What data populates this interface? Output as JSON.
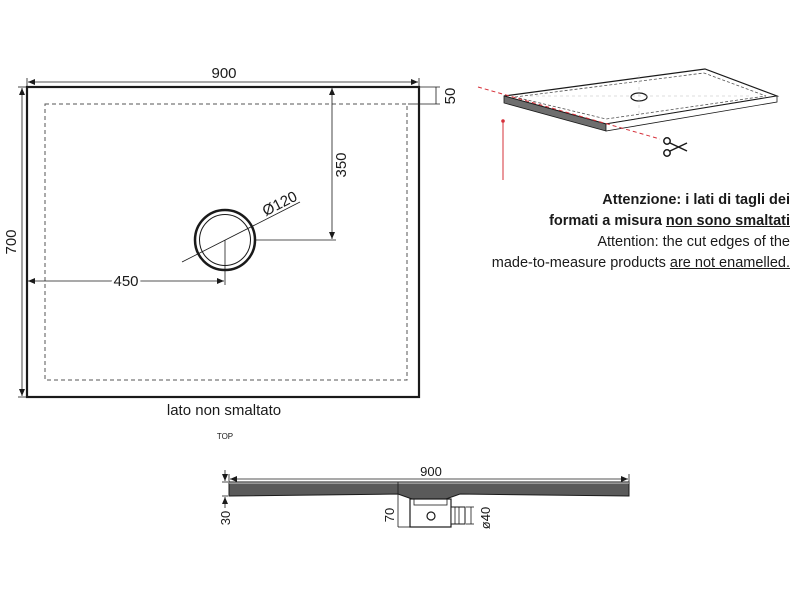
{
  "top_view": {
    "width_dim": "900",
    "height_dim": "700",
    "border_dim": "50",
    "drain_offset_y": "350",
    "drain_offset_x": "450",
    "drain_diameter": "Ø120",
    "caption": "lato non smaltato"
  },
  "top_label": "TOP",
  "section_view": {
    "width_dim": "900",
    "thickness_dim": "30",
    "drain_depth_dim": "70",
    "pipe_dim": "ø40"
  },
  "note": {
    "it_line1": "Attenzione: i lati di tagli dei",
    "it_line2_a": "formati a misura ",
    "it_line2_b": "non sono smaltati",
    "en_line1": "Attention: the cut edges of the",
    "en_line2_a": "made-to-measure products ",
    "en_line2_b": "are not enamelled."
  },
  "colors": {
    "line": "#1a1a1a",
    "accent_red": "#d6303a",
    "gray_edge": "#6e6e6e"
  },
  "icons": [
    "scissors-icon"
  ]
}
